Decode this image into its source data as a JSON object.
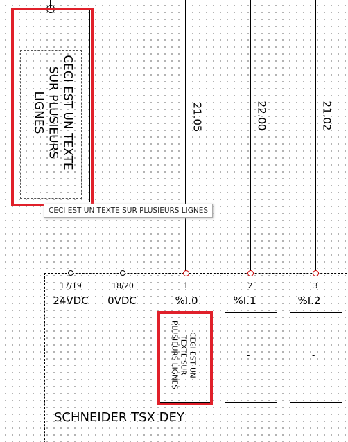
{
  "top_block": {
    "text_lines": [
      "CECI EST UN TEXTE",
      "SUR PLUSIEURS",
      "LIGNES"
    ]
  },
  "tooltip": {
    "text": "CECI EST UN TEXTE SUR PLUSIEURS LIGNES"
  },
  "wires": [
    {
      "label": "21.05"
    },
    {
      "label": "22.00"
    },
    {
      "label": "21.02"
    }
  ],
  "module": {
    "title": "SCHNEIDER TSX DEY",
    "pins": [
      {
        "number": "17/19",
        "label": "24VDC"
      },
      {
        "number": "18/20",
        "label": "0VDC"
      },
      {
        "number": "1",
        "label": "%I.0"
      },
      {
        "number": "2",
        "label": "%I.1"
      },
      {
        "number": "3",
        "label": "%I.2"
      }
    ],
    "channel_boxes": [
      {
        "text_lines": [
          "CECI EST UN",
          "TEXTE SUR",
          "PLUSIEURS LIGNES"
        ]
      },
      {
        "text": "-"
      },
      {
        "text": "-"
      }
    ]
  },
  "colors": {
    "highlight": "#e0202a",
    "terminal": "#c00000"
  }
}
